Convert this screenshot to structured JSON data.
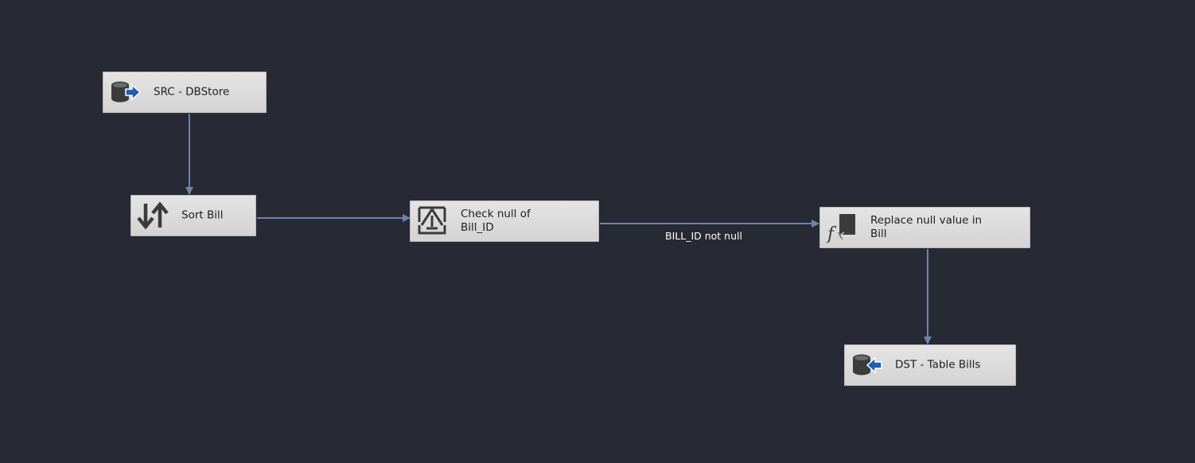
{
  "nodes": {
    "src": {
      "label": "SRC - DBStore",
      "icon": "source-database-icon"
    },
    "sort": {
      "label": "Sort Bill",
      "icon": "sort-icon"
    },
    "check": {
      "line1": "Check null of",
      "line2": "Bill_ID",
      "icon": "conditional-split-icon"
    },
    "replace": {
      "line1": "Replace null value in",
      "line2": "Bill",
      "icon": "derived-column-icon"
    },
    "dst": {
      "label": "DST - Table Bills",
      "icon": "destination-database-icon"
    }
  },
  "edges": {
    "check_to_replace": {
      "label": "BILL_ID not null"
    }
  },
  "colors": {
    "background": "#272935",
    "connector": "#6f85a8",
    "node_fill": "#dcdcdc",
    "accent_blue": "#1f5fae",
    "icon_dark": "#3b3b3b"
  }
}
